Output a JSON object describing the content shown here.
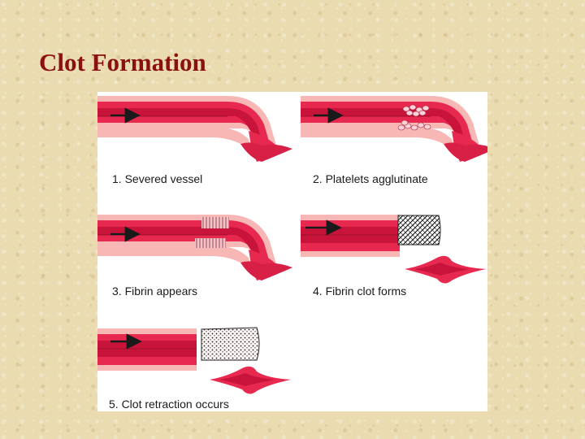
{
  "slide": {
    "title": "Clot Formation"
  },
  "colors": {
    "vessel_wall": "#e8294f",
    "vessel_outer": "#f7b7b5",
    "lumen": "#c8143a",
    "dark_edge": "#8c0e27",
    "arrow": "#1a1a1a",
    "title": "#8b1010"
  },
  "steps": [
    {
      "label": "1. Severed vessel"
    },
    {
      "label": "2. Platelets agglutinate"
    },
    {
      "label": "3. Fibrin appears"
    },
    {
      "label": "4. Fibrin clot forms"
    },
    {
      "label": "5. Clot retraction occurs"
    }
  ]
}
